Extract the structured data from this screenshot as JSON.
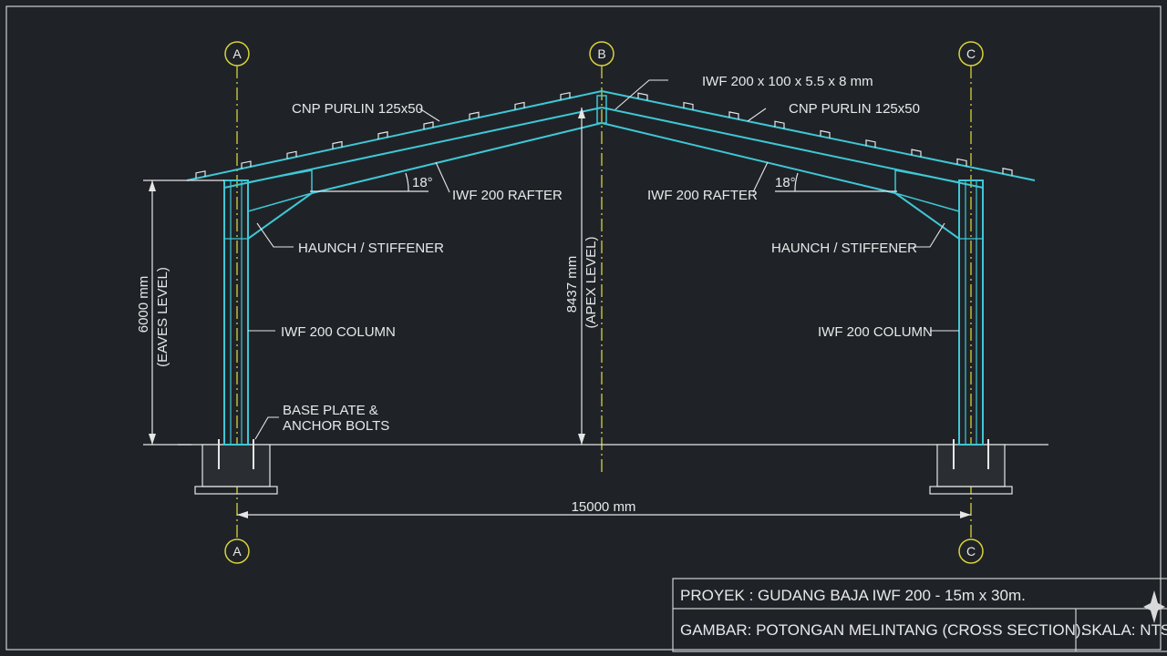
{
  "grid": {
    "a": "A",
    "b": "B",
    "c": "C"
  },
  "labels": {
    "apex_section": "IWF 200 x 100 x 5.5 x 8 mm",
    "purlin_left": "CNP PURLIN 125x50",
    "purlin_right": "CNP PURLIN 125x50",
    "rafter_left": "IWF 200 RAFTER",
    "rafter_right": "IWF 200 RAFTER",
    "angle_left": "18°",
    "angle_right": "18°",
    "haunch_left": "HAUNCH / STIFFENER",
    "haunch_right": "HAUNCH / STIFFENER",
    "column_left": "IWF 200 COLUMN",
    "column_right": "IWF 200 COLUMN",
    "base_plate_1": "BASE PLATE &",
    "base_plate_2": "ANCHOR BOLTS"
  },
  "dimensions": {
    "eaves_value": "6000 mm",
    "eaves_label": "(EAVES LEVEL)",
    "apex_value": "8437 mm",
    "apex_label": "(APEX LEVEL)",
    "span": "15000 mm"
  },
  "title_block": {
    "project": "PROYEK : GUDANG BAJA IWF 200 - 15m x 30m.",
    "drawing": "GAMBAR: POTONGAN MELINTANG (CROSS SECTION).",
    "scale": "SKALA: NTS"
  },
  "colors": {
    "steel": "#3fc7d4",
    "grid_axis": "#d8d23a",
    "background": "#1f2328",
    "text": "#e8e8e8"
  }
}
